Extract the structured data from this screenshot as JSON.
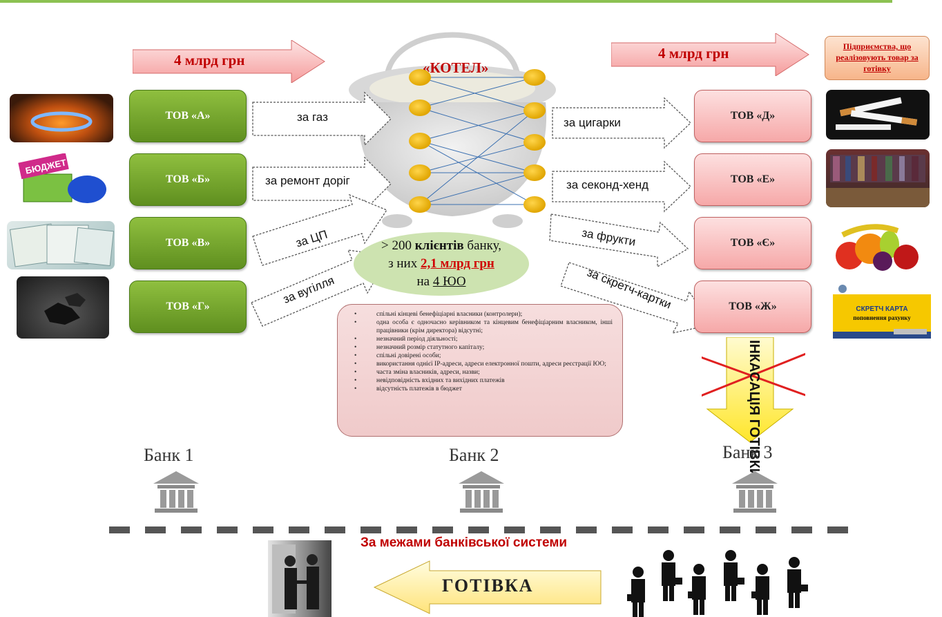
{
  "top_arrows": {
    "left_amount": "4 млрд грн",
    "right_amount": "4 млрд грн"
  },
  "kotel": {
    "title": "«КОТЕЛ»"
  },
  "enterprises_label": "Підприємства, що реалізовують товар за готівку",
  "left_companies": [
    {
      "name": "ТОВ «А»",
      "purpose": "за газ",
      "image": "gas-flame-icon"
    },
    {
      "name": "ТОВ «Б»",
      "purpose": "за ремонт доріг",
      "image": "budget-chest-icon"
    },
    {
      "name": "ТОВ «В»",
      "purpose": "за ЦП",
      "image": "securities-icon"
    },
    {
      "name": "ТОВ «Г»",
      "purpose": "за вугілля",
      "image": "coal-icon"
    }
  ],
  "right_companies": [
    {
      "name": "ТОВ «Д»",
      "purpose": "за цигарки",
      "image": "cigarettes-icon"
    },
    {
      "name": "ТОВ «Е»",
      "purpose": "за секонд-хенд",
      "image": "second-hand-clothes-icon"
    },
    {
      "name": "ТОВ «Є»",
      "purpose": "за фрукти",
      "image": "fruits-icon"
    },
    {
      "name": "ТОВ «Ж»",
      "purpose": "за скретч-картки",
      "image": "scratch-card-icon"
    }
  ],
  "scratch_card": {
    "line1": "СКРЕТЧ КАРТА",
    "line2": "поповнення рахунку"
  },
  "clients": {
    "prefix": "> 200 ",
    "bold": "клієнтів",
    "suffix": " банку,",
    "line2_prefix": "з них ",
    "amount": "2,1 млрд грн",
    "line3_prefix": "на ",
    "entities": "4 ЮО"
  },
  "criteria": [
    "спільні кінцеві бенефіціарні власники (контролери);",
    "одна особа є одночасно керівником та кінцевим бенефіціарним власником, інші працівники (крім директора) відсутні;",
    "незначний період діяльності;",
    "незначний розмір статутного капіталу;",
    "спільні довірені особи;",
    "використання однієї IP-адреси, адреси електронної пошти, адреси реєстрації ЮО;",
    "часта зміна власників, адреси, назви;",
    "невідповідність вхідних та вихідних платежів",
    "відсутність платежів в бюджет"
  ],
  "inkasatsiya": "ІНКАСАЦІЯ ГОТІВКИ",
  "banks": [
    "Банк 1",
    "Банк 2",
    "Банк 3"
  ],
  "outside_banking": "За межами банківської системи",
  "cash_label": "ГОТІВКА",
  "colors": {
    "green": "#6fa52c",
    "pink": "#f6b0b0",
    "red_text": "#c00000",
    "yellow_arrow": "#ffe94a",
    "oval": "#cde3b0"
  }
}
